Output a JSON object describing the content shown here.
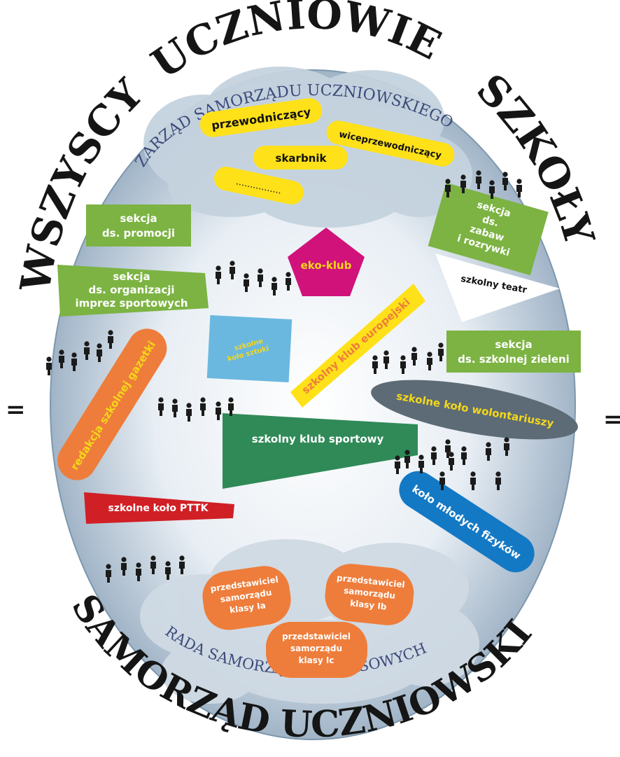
{
  "outer": {
    "top": "UCZNIOWIE",
    "left": "WSZYSCY",
    "right": "SZKOŁY",
    "bottom": "SAMORZĄD UCZNIOWSKI",
    "equals_left": "=",
    "equals_right": "="
  },
  "board": {
    "word1": "ZARZĄD",
    "word2": "SAMORZĄDU",
    "word3": "UCZNIOWSKIEGO",
    "president": "przewodniczący",
    "vice": "wiceprzewodniczący",
    "treasurer": "skarbnik",
    "dots": "................"
  },
  "council": {
    "word1": "RADA",
    "word2": "SAMORZĄDÓW",
    "word3": "KLASOWYCH",
    "rep_a": [
      "przedstawiciel",
      "samorządu",
      "klasy Ia"
    ],
    "rep_b": [
      "przedstawiciel",
      "samorządu",
      "klasy Ib"
    ],
    "rep_c": [
      "przedstawiciel",
      "samorządu",
      "klasy Ic"
    ]
  },
  "groups": {
    "promo": [
      "sekcja",
      "ds. promocji"
    ],
    "sport_events": [
      "sekcja",
      "ds. organizacji",
      "imprez sportowych"
    ],
    "fun": [
      "sekcja",
      "ds.",
      "zabaw",
      "i rozrywki"
    ],
    "eco": "eko-klub",
    "theatre": "szkolny teatr",
    "green": [
      "sekcja",
      "ds. szkolnej zieleni"
    ],
    "europe": "szkolny klub europejski",
    "newspaper": "redakcja szkolnej gazetki",
    "blue_box": [
      "szkolne",
      "koło sztuki"
    ],
    "volunteers": "szkolne koło wolontariuszy",
    "sport_club": "szkolny klub sportowy",
    "physics": "koło młodych fizyków",
    "pttk": "szkolne koło PTTK"
  },
  "colors": {
    "green": "#7cb342",
    "yellow": "#ffe11a",
    "magenta": "#d0127a",
    "orange": "#ee7d3b",
    "red": "#d11f26",
    "blue": "#1479c4",
    "teal": "#2f8a57",
    "gray": "#5c6b76",
    "light_blue": "#6ab8e0",
    "ellipse": "#b4c8d8"
  }
}
